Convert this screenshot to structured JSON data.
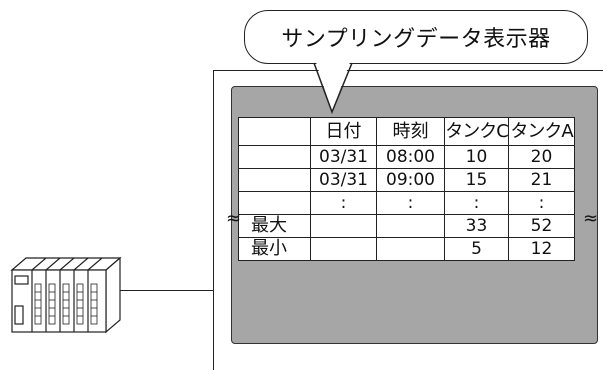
{
  "callout": {
    "title": "サンプリングデータ表示器"
  },
  "table": {
    "headers": [
      "",
      "日付",
      "時刻",
      "タンクC",
      "タンクA"
    ],
    "rows": [
      [
        "",
        "03/31",
        "08:00",
        "10",
        "20"
      ],
      [
        "",
        "03/31",
        "09:00",
        "15",
        "21"
      ],
      [
        "",
        ":",
        ":",
        ":",
        ":"
      ],
      [
        "最大",
        "",
        "",
        "33",
        "52"
      ],
      [
        "最小",
        "",
        "",
        "5",
        "12"
      ]
    ],
    "break_mark": "≈"
  },
  "icons": {
    "plc": "plc-device-icon"
  }
}
